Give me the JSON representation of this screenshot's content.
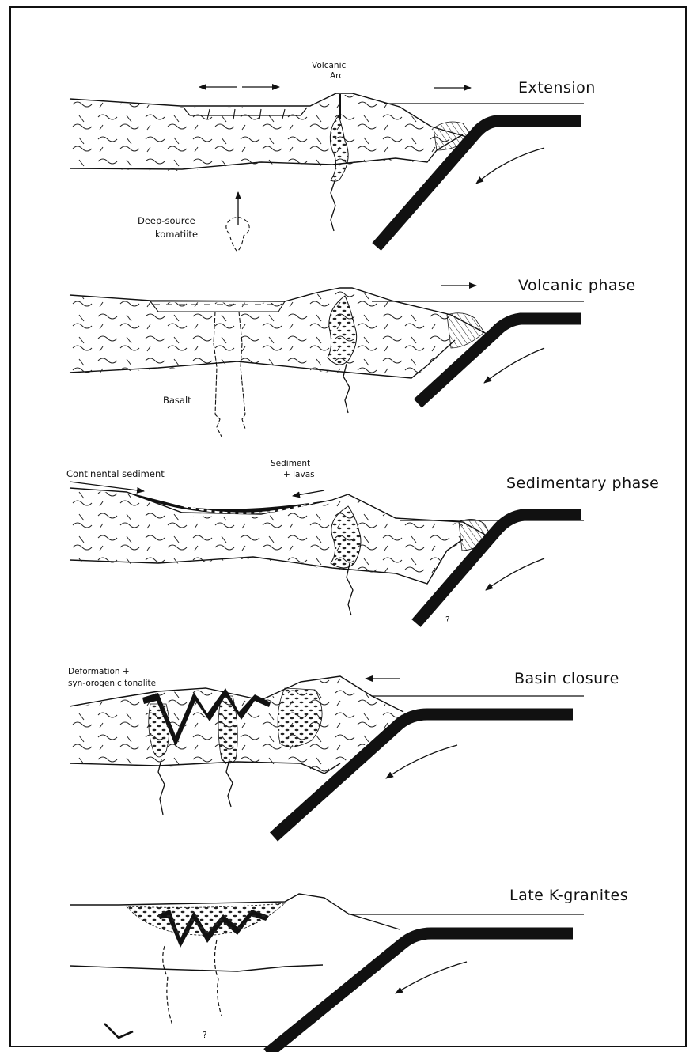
{
  "panels": [
    {
      "id": "extension",
      "title": "Extension",
      "labels": [
        "Volcanic",
        "Arc",
        "Deep-source",
        "komatiite"
      ]
    },
    {
      "id": "volcanic",
      "title": "Volcanic phase",
      "labels": [
        "Basalt"
      ]
    },
    {
      "id": "sedimentary",
      "title": "Sedimentary phase",
      "labels": [
        "Continental sediment",
        "Sediment",
        "+ lavas",
        "?"
      ]
    },
    {
      "id": "closure",
      "title": "Basin closure",
      "labels": [
        "Deformation +",
        "syn-orogenic tonalite"
      ]
    },
    {
      "id": "granites",
      "title": "Late K-granites",
      "labels": [
        "?"
      ]
    }
  ]
}
